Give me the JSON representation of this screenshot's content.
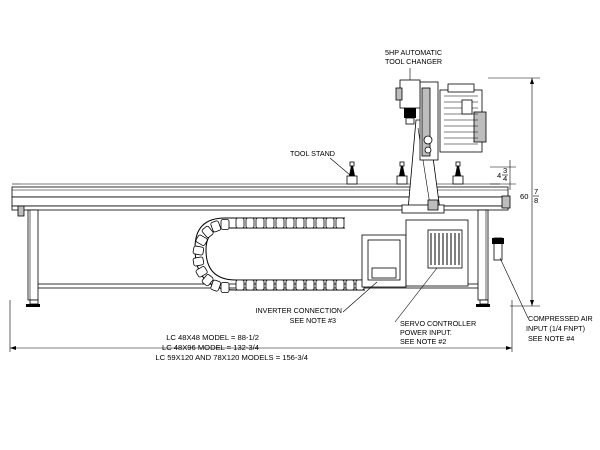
{
  "labels": {
    "atc_line1": "5HP AUTOMATIC",
    "atc_line2": "TOOL CHANGER",
    "tool_stand": "TOOL STAND",
    "inverter_line1": "INVERTER CONNECTION",
    "inverter_line2": "SEE NOTE #3",
    "servo_line1": "SERVO CONTROLLER",
    "servo_line2": "POWER INPUT.",
    "servo_line3": "SEE NOTE #2",
    "air_line1": "COMPRESSED AIR",
    "air_line2": "INPUT (1/4 FNPT)",
    "air_line3": "SEE NOTE #4"
  },
  "dimensions": {
    "height_whole": "60",
    "height_num": "7",
    "height_den": "8",
    "small_whole": "4",
    "small_num": "3",
    "small_den": "4",
    "length_line1": "LC 48X48 MODEL = 88-1/2",
    "length_line2": "LC 48X96 MODEL = 132-3/4",
    "length_line3": "LC 59X120 AND 78X120 MODELS = 156-3/4"
  }
}
